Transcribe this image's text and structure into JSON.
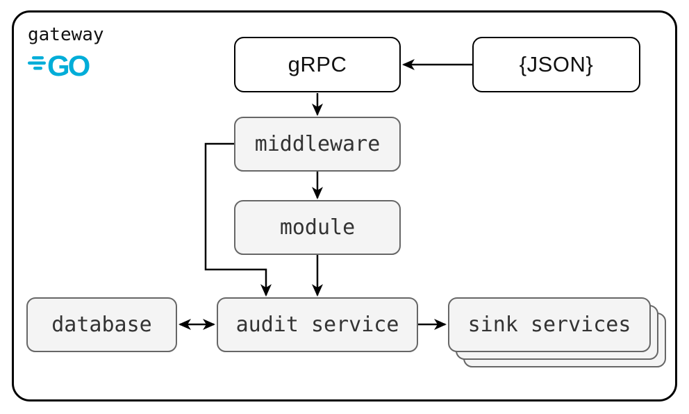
{
  "header": {
    "title": "gateway",
    "logo_text": "GO"
  },
  "nodes": {
    "grpc": {
      "label": "gRPC",
      "style": "white"
    },
    "json": {
      "label": "{JSON}",
      "style": "white"
    },
    "middleware": {
      "label": "middleware",
      "style": "gray"
    },
    "module": {
      "label": "module",
      "style": "gray"
    },
    "database": {
      "label": "database",
      "style": "gray"
    },
    "audit_service": {
      "label": "audit service",
      "style": "gray"
    },
    "sink_services": {
      "label": "sink services",
      "style": "gray-stacked"
    }
  },
  "edges": [
    {
      "from": "json",
      "to": "grpc",
      "direction": "left"
    },
    {
      "from": "grpc",
      "to": "middleware",
      "direction": "down"
    },
    {
      "from": "middleware",
      "to": "module",
      "direction": "down"
    },
    {
      "from": "module",
      "to": "audit_service",
      "direction": "down"
    },
    {
      "from": "middleware",
      "to": "audit_service",
      "direction": "bent-left-down"
    },
    {
      "from": "database",
      "to": "audit_service",
      "direction": "bidirectional"
    },
    {
      "from": "audit_service",
      "to": "sink_services",
      "direction": "right"
    }
  ],
  "colors": {
    "go_brand": "#00ADD8",
    "node_fill_gray": "#f4f4f4",
    "node_border_gray": "#666666",
    "node_fill_white": "#ffffff",
    "frame_border": "#000000",
    "connector": "#000000",
    "text_dark": "#333333",
    "text_black": "#111111"
  }
}
